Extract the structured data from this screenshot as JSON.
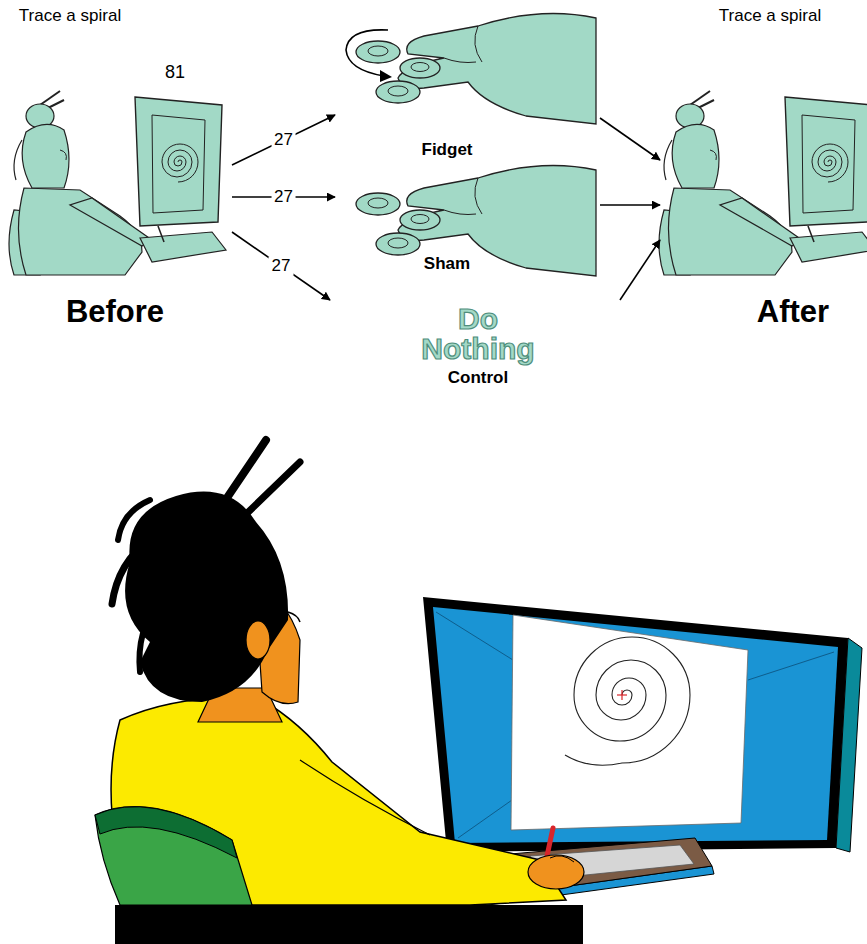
{
  "diagram": {
    "nodes": [
      {
        "text": [
          "Trace a spiral",
          "81",
          "Before"
        ]
      },
      {
        "text": [
          "Fidget"
        ]
      },
      {
        "text": [
          "Sham"
        ]
      },
      {
        "text": [
          "Do Nothing",
          "Control"
        ]
      },
      {
        "text": [
          "Trace a spiral",
          "After"
        ]
      }
    ],
    "edges": [
      {
        "from": 0,
        "to": 1,
        "arrow": "to",
        "label": "27"
      },
      {
        "from": 0,
        "to": 2,
        "arrow": "to",
        "label": "27"
      },
      {
        "from": 0,
        "to": 3,
        "arrow": "to",
        "label": "27"
      },
      {
        "from": 1,
        "to": 4,
        "arrow": "to"
      },
      {
        "from": 2,
        "to": 4,
        "arrow": "to"
      },
      {
        "from": 3,
        "to": 4,
        "arrow": "to"
      }
    ]
  }
}
